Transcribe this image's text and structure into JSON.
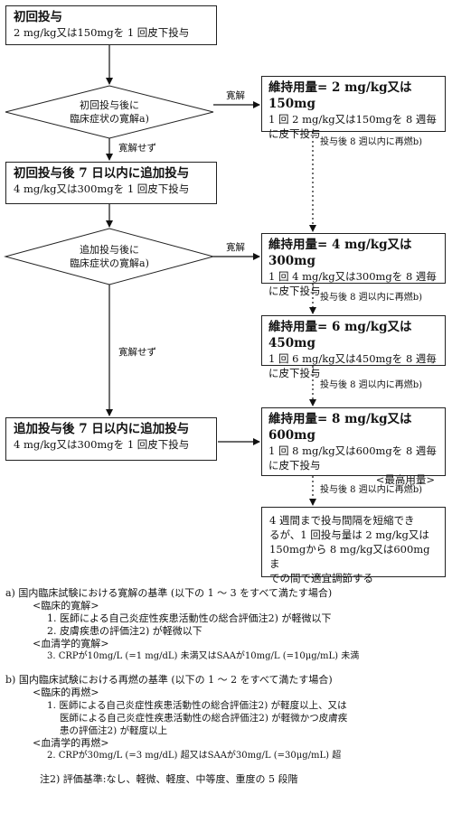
{
  "flow": {
    "initial": {
      "title": "初回投与",
      "text": "2 mg/kg又は150mgを 1 回皮下投与"
    },
    "decision1": {
      "line1": "初回投与後に",
      "line2": "臨床症状の寛解a)"
    },
    "maint2": {
      "title": "維持用量= 2 mg/kg又は150mg",
      "line1": "1 回 2 mg/kg又は150mgを 8 週毎",
      "line2": "に皮下投与"
    },
    "add1": {
      "title": "初回投与後 7 日以内に追加投与",
      "text": "4 mg/kg又は300mgを 1 回皮下投与"
    },
    "decision2": {
      "line1": "追加投与後に",
      "line2": "臨床症状の寛解a)"
    },
    "maint4": {
      "title": "維持用量= 4 mg/kg又は300mg",
      "line1": "1 回 4 mg/kg又は300mgを 8 週毎",
      "line2": "に皮下投与"
    },
    "maint6": {
      "title": "維持用量= 6 mg/kg又は450mg",
      "line1": "1 回 6 mg/kg又は450mgを 8 週毎",
      "line2": "に皮下投与"
    },
    "add2": {
      "title": "追加投与後 7 日以内に追加投与",
      "text": "4 mg/kg又は300mgを 1 回皮下投与"
    },
    "maint8": {
      "title": "維持用量= 8 mg/kg又は600mg",
      "line1": "1 回 8 mg/kg又は600mgを 8 週毎",
      "line2": "に皮下投与",
      "note": "<最高用量>"
    },
    "final": {
      "line1": "4 週間まで投与間隔を短縮でき",
      "line2": "るが、1 回投与量は 2 mg/kg又は",
      "line3": "150mgから 8 mg/kg又は600mgま",
      "line4": "での間で適宜調節する"
    },
    "labels": {
      "remission1": "寛解",
      "noremission1": "寛解せず",
      "remission2": "寛解",
      "noremission2": "寛解せず"
    },
    "relapse1": "投与後 8 週以内に再燃b)",
    "relapse2": "投与後 8 週以内に再燃b)",
    "relapse3": "投与後 8 週以内に再燃b)",
    "relapse4": "投与後 8 週以内に再燃b)"
  },
  "notes": {
    "a_head": "a) 国内臨床試験における寛解の基準 (以下の 1 〜 3 をすべて満たす場合)",
    "a_clin": "<臨床的寛解>",
    "a_1": "1. 医師による自己炎症性疾患活動性の総合評価注2) が軽微以下",
    "a_2": "2. 皮膚疾患の評価注2) が軽微以下",
    "a_sero": "<血清学的寛解>",
    "a_3": "3. CRPが10mg/L (=1 mg/dL) 未満又はSAAが10mg/L (=10μg/mL) 未満",
    "b_head": "b) 国内臨床試験における再燃の基準 (以下の 1 〜 2 をすべて満たす場合)",
    "b_clin": "<臨床的再燃>",
    "b_1a": "1. 医師による自己炎症性疾患活動性の総合評価注2) が軽度以上、又は",
    "b_1b": "医師による自己炎症性疾患活動性の総合評価注2) が軽微かつ皮膚疾",
    "b_1c": "患の評価注2) が軽度以上",
    "b_sero": "<血清学的再燃>",
    "b_2": "2. CRPが30mg/L (=3 mg/dL) 超又はSAAが30mg/L (=30μg/mL) 超",
    "n2": "注2) 評価基準:なし、軽微、軽度、中等度、重度の 5 段階"
  }
}
